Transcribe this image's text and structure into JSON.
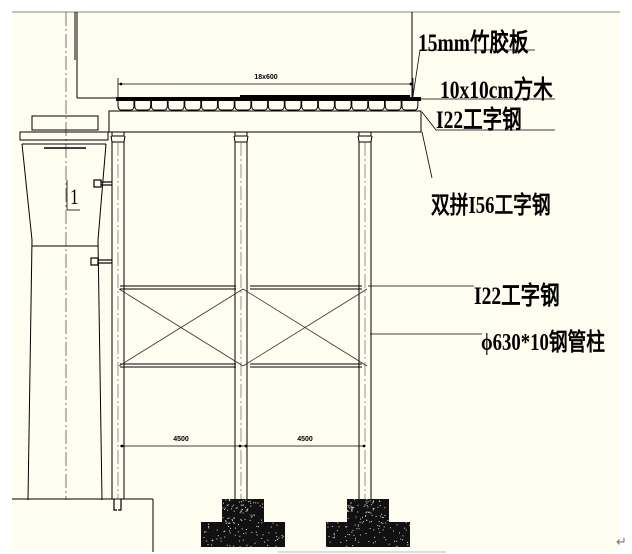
{
  "drawing": {
    "colors": {
      "paper": "#fffcf0",
      "line": "#000000",
      "gray_line": "#777777",
      "concrete": "#111111"
    },
    "labels": {
      "formwork": "15mm竹胶板",
      "timber": "10x10cm方木",
      "i22_top": "I22工字钢",
      "double_i56": "双拼I56工字钢",
      "i22_brace": "I22工字钢",
      "steel_pipe": "ϕ630*10钢管柱",
      "pier_mark": "1"
    },
    "dimensions": {
      "top_span": "18x600",
      "bay_left": "4500",
      "bay_right": "4500"
    },
    "return_symbol": "↵"
  }
}
